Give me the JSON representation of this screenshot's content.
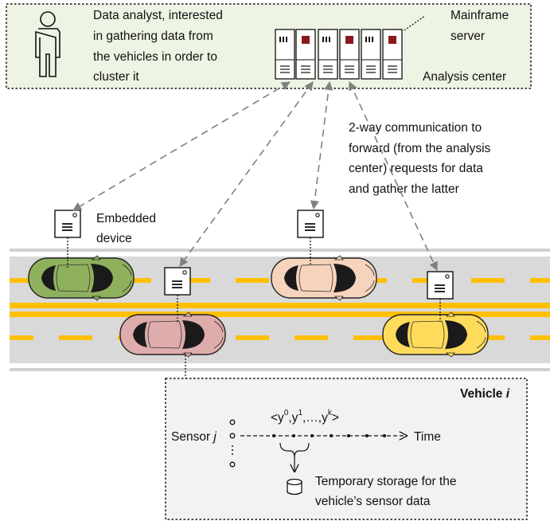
{
  "colors": {
    "center_bg": "#eef4e4",
    "vehicle_box_bg": "#f2f2f2",
    "road": "#d9d9d9",
    "lane_yellow": "#ffc000",
    "car_green": "#8fb15d",
    "car_peach": "#f6d3bd",
    "car_pink": "#deacab",
    "car_yellow": "#ffdb5c",
    "server_red": "#8b1a1a",
    "link": "#808080"
  },
  "analyst": {
    "icon": "person-icon",
    "description": [
      "Data analyst, interested",
      "in gathering data from",
      "the vehicles in order to",
      "cluster it"
    ]
  },
  "server": {
    "icon": "server-rack-icon",
    "label": [
      "Mainframe",
      "server"
    ]
  },
  "analysis_center": {
    "label": "Analysis center"
  },
  "communication": {
    "label": [
      "2-way communication to",
      "forward (from the analysis",
      "center) requests for data",
      "and gather the latter"
    ]
  },
  "embedded_device": {
    "icon": "embedded-device-icon",
    "label": [
      "Embedded",
      "device"
    ]
  },
  "vehicle_box": {
    "title": "Vehicle ",
    "title_var": "i",
    "sensor": "Sensor ",
    "sensor_var": "j",
    "sequence": {
      "open": "<y",
      "s0": "0",
      "c1": ",y",
      "s1": "1",
      "c2": ",…,y",
      "s2": "k",
      "close": ">"
    },
    "time_label": "Time",
    "storage_icon": "database-icon",
    "storage_label": [
      "Temporary storage for the",
      "vehicle’s sensor data"
    ]
  }
}
